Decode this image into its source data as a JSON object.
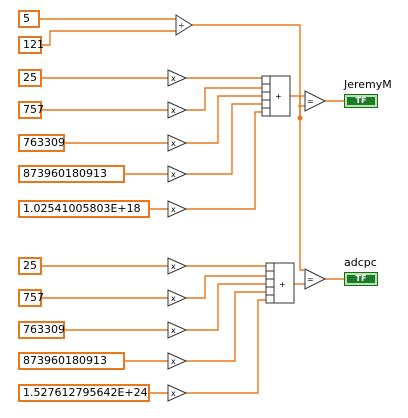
{
  "top_inputs": {
    "a": "5",
    "b": "121"
  },
  "group1": {
    "constants": [
      "25",
      "757",
      "763309",
      "873960180913",
      "1.02541005803E+18"
    ],
    "indicator_label": "JeremyM",
    "indicator_text": "TF"
  },
  "group2": {
    "constants": [
      "25",
      "757",
      "763309",
      "873960180913",
      "1.527612795642E+24"
    ],
    "indicator_label": "adcpc",
    "indicator_text": "TF"
  },
  "colors": {
    "wire": "#e8781e",
    "indicator": "#1d7a2b"
  }
}
